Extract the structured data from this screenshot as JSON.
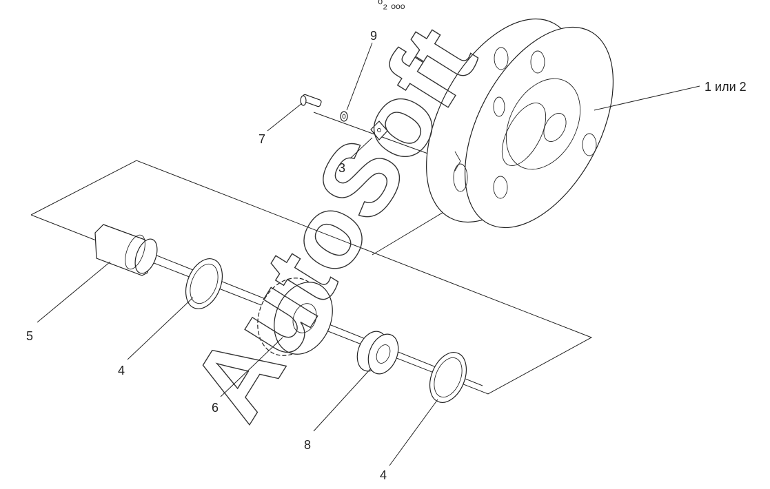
{
  "labels": {
    "part_1_2": "1 или 2",
    "part_3": "3",
    "part_4_upper": "4",
    "part_4_lower": "4",
    "part_5": "5",
    "part_6": "6",
    "part_7": "7",
    "part_8": "8",
    "part_9": "9"
  },
  "watermark": "AutoSoft",
  "top_mark": "⁰₂ ₒₒₒ"
}
